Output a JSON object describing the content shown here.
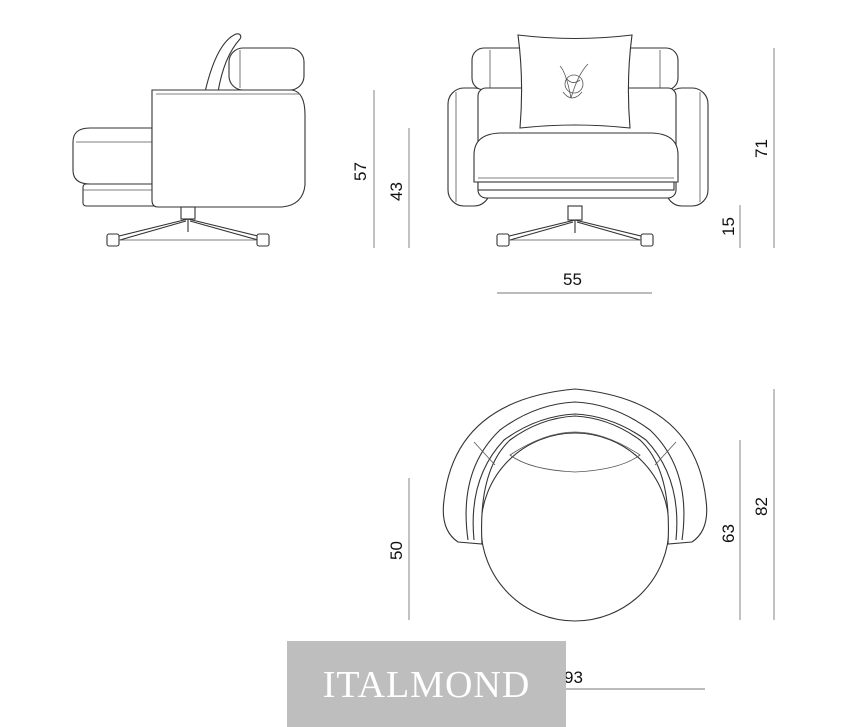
{
  "dimensions": {
    "side_total_height": "57",
    "side_seat_height": "43",
    "front_total_height": "71",
    "front_base_height": "15",
    "front_width": "55",
    "top_seat_depth": "50",
    "top_arm_depth": "63",
    "top_total_depth": "82",
    "top_width": "93"
  },
  "watermark": {
    "text": "ITALMOND"
  },
  "pillow_monogram": "V"
}
